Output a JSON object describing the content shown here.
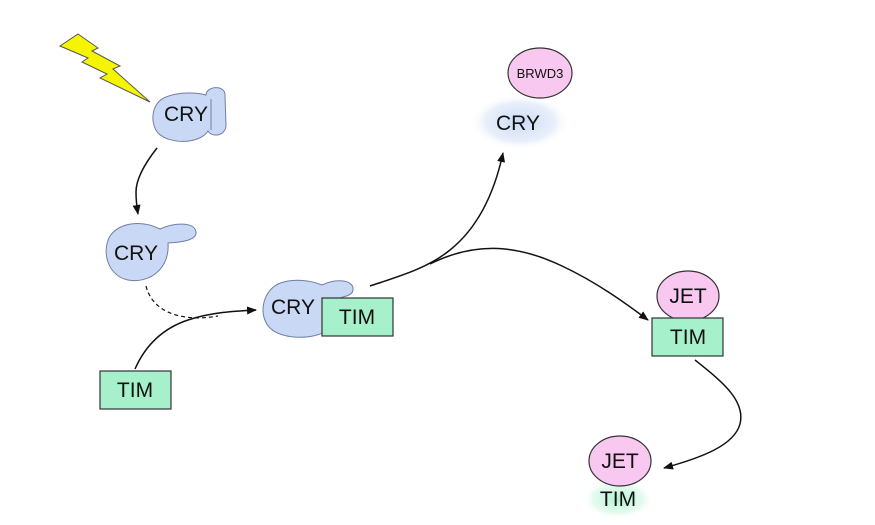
{
  "labels": {
    "cry_light": "CRY",
    "cry_active": "CRY",
    "cry_complex": "CRY",
    "tim_complex": "TIM",
    "tim_free": "TIM",
    "brwd3": "BRWD3",
    "cry_degraded": "CRY",
    "jet_bound": "JET",
    "tim_bound": "TIM",
    "jet_final": "JET",
    "tim_degraded": "TIM"
  },
  "colors": {
    "cry_fill": "#c9d9f5",
    "cry_stroke": "#6f7fa5",
    "tim_fill": "#a6f0cb",
    "tim_stroke": "#333333",
    "jet_fill": "#f8c8f0",
    "jet_stroke": "#333333",
    "bolt_fill": "#f5f500",
    "arrow": "#111111"
  },
  "icons": {
    "light": "lightning-bolt-icon"
  }
}
